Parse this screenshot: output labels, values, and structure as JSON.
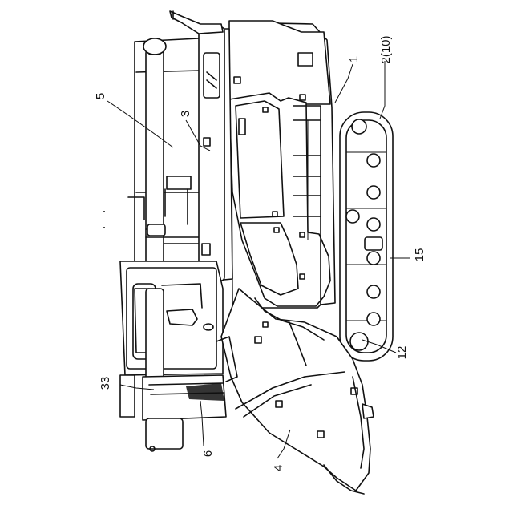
{
  "labels": {
    "l1": "1",
    "l2": "2(10)",
    "l3": "3",
    "l4": "4",
    "l5": "5",
    "l6": "6",
    "l12": "12",
    "l15": "15",
    "l33": "33"
  }
}
